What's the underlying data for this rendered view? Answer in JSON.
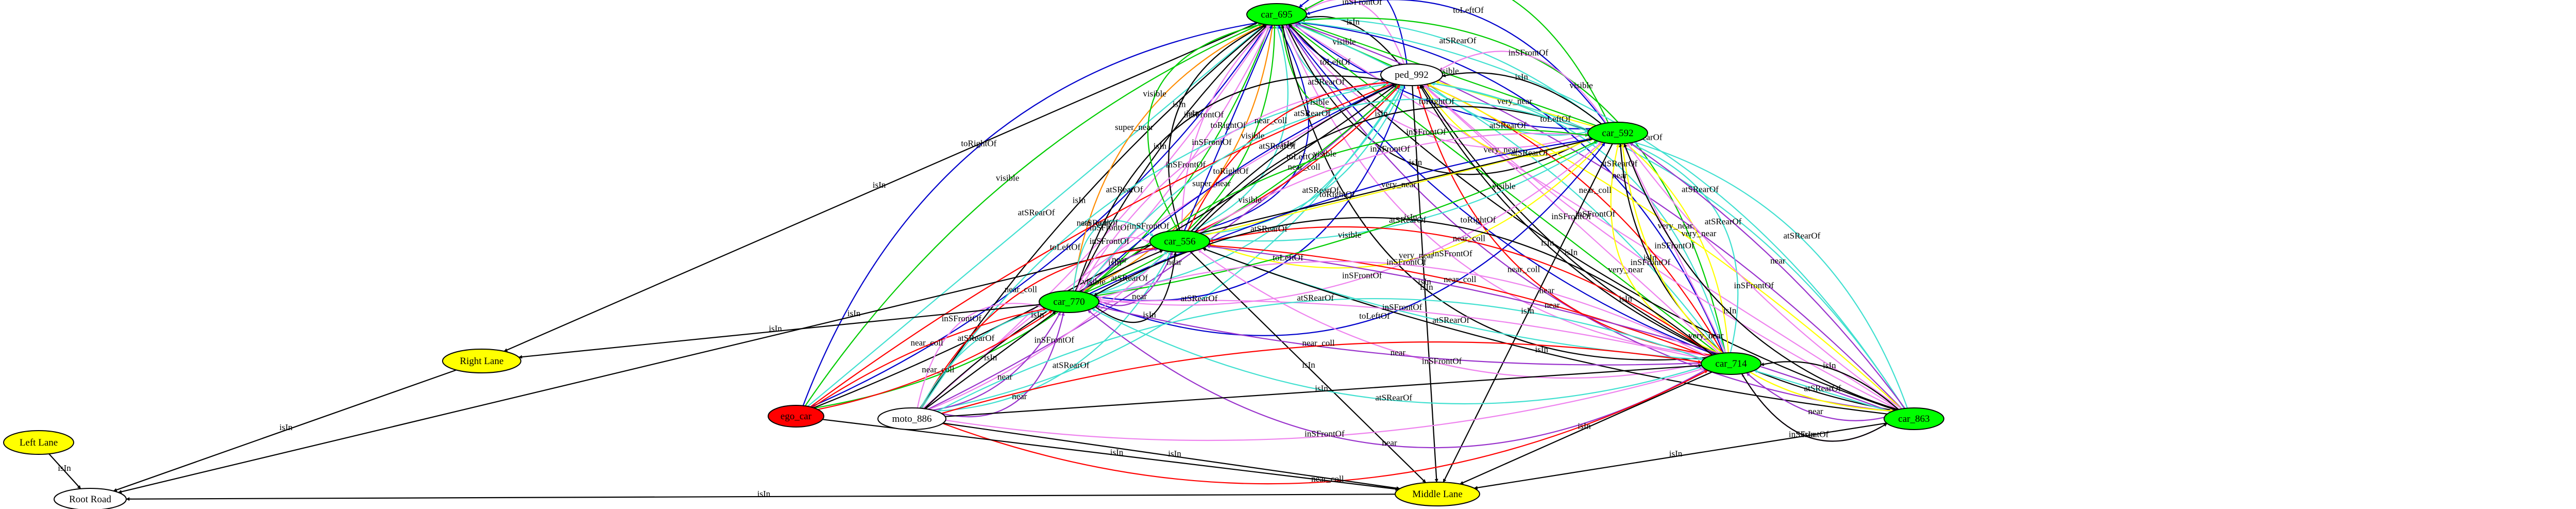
{
  "graph": {
    "nodes": [
      {
        "id": "car_695",
        "label": "car_695",
        "fill": "#00ff00"
      },
      {
        "id": "ped_992",
        "label": "ped_992",
        "fill": "#ffffff"
      },
      {
        "id": "car_592",
        "label": "car_592",
        "fill": "#00ff00"
      },
      {
        "id": "car_556",
        "label": "car_556",
        "fill": "#00ff00"
      },
      {
        "id": "car_770",
        "label": "car_770",
        "fill": "#00ff00"
      },
      {
        "id": "car_714",
        "label": "car_714",
        "fill": "#00ff00"
      },
      {
        "id": "car_863",
        "label": "car_863",
        "fill": "#00ff00"
      },
      {
        "id": "ego_car",
        "label": "ego_car",
        "fill": "#ff0000"
      },
      {
        "id": "moto_886",
        "label": "moto_886",
        "fill": "#ffffff"
      },
      {
        "id": "right_lane",
        "label": "Right Lane",
        "fill": "#ffff00"
      },
      {
        "id": "middle_lane",
        "label": "Middle Lane",
        "fill": "#ffff00"
      },
      {
        "id": "left_lane",
        "label": "Left Lane",
        "fill": "#ffff00"
      },
      {
        "id": "root_road",
        "label": "Root Road",
        "fill": "#ffffff"
      }
    ],
    "edges": [
      {
        "from": "ego_car",
        "to": "car_695",
        "label": "toRightOf",
        "color": "#0000cc"
      },
      {
        "from": "ego_car",
        "to": "car_695",
        "label": "visible",
        "color": "#00cc00"
      },
      {
        "from": "ego_car",
        "to": "car_695",
        "label": "atSRearOf",
        "color": "#40e0d0"
      },
      {
        "from": "ego_car",
        "to": "car_695",
        "label": "toLeftOf",
        "color": "#0000cc"
      },
      {
        "from": "ego_car",
        "to": "car_695",
        "label": "visible",
        "color": "#00cc00"
      },
      {
        "from": "moto_886",
        "to": "car_695",
        "label": "isIn",
        "color": "#000000"
      },
      {
        "from": "moto_886",
        "to": "car_695",
        "label": "inSFrontOf",
        "color": "#ee82ee"
      },
      {
        "from": "car_695",
        "to": "right_lane",
        "label": "isIn",
        "color": "#000000"
      },
      {
        "from": "car_770",
        "to": "car_695",
        "label": "super_near",
        "color": "#ff8c00"
      },
      {
        "from": "car_770",
        "to": "car_695",
        "label": "isIn",
        "color": "#000000"
      },
      {
        "from": "car_770",
        "to": "car_695",
        "label": "inSFrontOf",
        "color": "#ee82ee"
      },
      {
        "from": "car_770",
        "to": "car_695",
        "label": "super_near",
        "color": "#ff8c00"
      },
      {
        "from": "car_556",
        "to": "car_695",
        "label": "visible",
        "color": "#00cc00"
      },
      {
        "from": "car_556",
        "to": "car_695",
        "label": "isIn",
        "color": "#000000"
      },
      {
        "from": "car_556",
        "to": "car_695",
        "label": "inSFrontOf",
        "color": "#ee82ee"
      },
      {
        "from": "car_556",
        "to": "car_695",
        "label": "toRightOf",
        "color": "#0000cc"
      },
      {
        "from": "car_556",
        "to": "car_695",
        "label": "visible",
        "color": "#00cc00"
      },
      {
        "from": "car_556",
        "to": "car_695",
        "label": "atSRearOf",
        "color": "#40e0d0"
      },
      {
        "from": "car_556",
        "to": "car_695",
        "label": "toLeftOf",
        "color": "#0000cc"
      },
      {
        "from": "ped_992",
        "to": "car_695",
        "label": "visible",
        "color": "#00cc00"
      },
      {
        "from": "ped_992",
        "to": "car_695",
        "label": "atSRearOf",
        "color": "#40e0d0"
      },
      {
        "from": "ped_992",
        "to": "car_695",
        "label": "toLeftOf",
        "color": "#0000cc"
      },
      {
        "from": "ped_992",
        "to": "car_695",
        "label": "visible",
        "color": "#00cc00"
      },
      {
        "from": "ped_992",
        "to": "car_695",
        "label": "isIn",
        "color": "#000000"
      },
      {
        "from": "ped_992",
        "to": "car_695",
        "label": "inSFrontOf",
        "color": "#ee82ee"
      },
      {
        "from": "ped_992",
        "to": "car_695",
        "label": "toRightOf",
        "color": "#0000cc"
      },
      {
        "from": "car_592",
        "to": "car_695",
        "label": "isIn",
        "color": "#000000"
      },
      {
        "from": "car_592",
        "to": "car_695",
        "label": "inSFrontOf",
        "color": "#ee82ee"
      },
      {
        "from": "car_592",
        "to": "car_695",
        "label": "toRightOf",
        "color": "#0000cc"
      },
      {
        "from": "car_592",
        "to": "car_695",
        "label": "visible",
        "color": "#00cc00"
      },
      {
        "from": "car_592",
        "to": "car_695",
        "label": "atSRearOf",
        "color": "#40e0d0"
      },
      {
        "from": "car_592",
        "to": "car_695",
        "label": "toLeftOf",
        "color": "#0000cc"
      },
      {
        "from": "car_592",
        "to": "car_695",
        "label": "visible",
        "color": "#00cc00"
      },
      {
        "from": "car_714",
        "to": "car_695",
        "label": "isIn",
        "color": "#000000"
      },
      {
        "from": "car_714",
        "to": "car_695",
        "label": "inSFrontOf",
        "color": "#ee82ee"
      },
      {
        "from": "car_714",
        "to": "car_695",
        "label": "toRightOf",
        "color": "#0000cc"
      },
      {
        "from": "car_714",
        "to": "car_695",
        "label": "visible",
        "color": "#00cc00"
      },
      {
        "from": "car_714",
        "to": "car_695",
        "label": "atSRearOf",
        "color": "#40e0d0"
      },
      {
        "from": "car_714",
        "to": "car_695",
        "label": "toLeftOf",
        "color": "#0000cc"
      },
      {
        "from": "car_714",
        "to": "car_695",
        "label": "visible",
        "color": "#00cc00"
      },
      {
        "from": "car_863",
        "to": "car_695",
        "label": "near",
        "color": "#9932cc"
      },
      {
        "from": "car_863",
        "to": "car_695",
        "label": "isIn",
        "color": "#000000"
      },
      {
        "from": "car_863",
        "to": "car_695",
        "label": "inSFrontOf",
        "color": "#ee82ee"
      },
      {
        "from": "car_863",
        "to": "car_695",
        "label": "near",
        "color": "#9932cc"
      },
      {
        "from": "car_863",
        "to": "car_695",
        "label": "atSRearOf",
        "color": "#40e0d0"
      },
      {
        "from": "car_863",
        "to": "middle_lane",
        "label": "isIn",
        "color": "#000000"
      },
      {
        "from": "ego_car",
        "to": "ped_992",
        "label": "near_coll",
        "color": "#ff0000"
      },
      {
        "from": "ego_car",
        "to": "ped_992",
        "label": "isIn",
        "color": "#000000"
      },
      {
        "from": "moto_886",
        "to": "ped_992",
        "label": "atSRearOf",
        "color": "#40e0d0"
      },
      {
        "from": "moto_886",
        "to": "ped_992",
        "label": "inSFrontOf",
        "color": "#ee82ee"
      },
      {
        "from": "moto_886",
        "to": "ped_992",
        "label": "near",
        "color": "#9932cc"
      },
      {
        "from": "moto_886",
        "to": "ped_992",
        "label": "atSRearOf",
        "color": "#40e0d0"
      },
      {
        "from": "car_770",
        "to": "ped_992",
        "label": "isIn",
        "color": "#000000"
      },
      {
        "from": "car_770",
        "to": "ped_992",
        "label": "inSFrontOf",
        "color": "#ee82ee"
      },
      {
        "from": "car_770",
        "to": "ped_992",
        "label": "toRightOf",
        "color": "#0000cc"
      },
      {
        "from": "car_770",
        "to": "ped_992",
        "label": "visible",
        "color": "#00cc00"
      },
      {
        "from": "car_770",
        "to": "ped_992",
        "label": "atSRearOf",
        "color": "#40e0d0"
      },
      {
        "from": "car_770",
        "to": "ped_992",
        "label": "toLeftOf",
        "color": "#0000cc"
      },
      {
        "from": "car_556",
        "to": "ped_992",
        "label": "near_coll",
        "color": "#ff0000"
      },
      {
        "from": "car_556",
        "to": "ped_992",
        "label": "isIn",
        "color": "#000000"
      },
      {
        "from": "car_556",
        "to": "ped_992",
        "label": "near_coll",
        "color": "#ff0000"
      },
      {
        "from": "car_556",
        "to": "ped_992",
        "label": "atSRearOf",
        "color": "#40e0d0"
      },
      {
        "from": "car_592",
        "to": "ped_992",
        "label": "very_near",
        "color": "#ffff00"
      },
      {
        "from": "car_592",
        "to": "ped_992",
        "label": "atSRearOf",
        "color": "#40e0d0"
      },
      {
        "from": "car_592",
        "to": "ped_992",
        "label": "very_near",
        "color": "#ffff00"
      },
      {
        "from": "car_592",
        "to": "ped_992",
        "label": "isIn",
        "color": "#000000"
      },
      {
        "from": "car_592",
        "to": "ped_992",
        "label": "inSFrontOf",
        "color": "#ee82ee"
      },
      {
        "from": "car_714",
        "to": "ped_992",
        "label": "near_coll",
        "color": "#ff0000"
      },
      {
        "from": "car_714",
        "to": "ped_992",
        "label": "isIn",
        "color": "#000000"
      },
      {
        "from": "car_714",
        "to": "ped_992",
        "label": "inSFrontOf",
        "color": "#ee82ee"
      },
      {
        "from": "car_714",
        "to": "ped_992",
        "label": "near_coll",
        "color": "#ff0000"
      },
      {
        "from": "car_714",
        "to": "ped_992",
        "label": "atSRearOf",
        "color": "#40e0d0"
      },
      {
        "from": "car_863",
        "to": "ped_992",
        "label": "isIn",
        "color": "#000000"
      },
      {
        "from": "car_863",
        "to": "ped_992",
        "label": "inSFrontOf",
        "color": "#ee82ee"
      },
      {
        "from": "car_863",
        "to": "ped_992",
        "label": "very_near",
        "color": "#ffff00"
      },
      {
        "from": "car_863",
        "to": "ped_992",
        "label": "atSRearOf",
        "color": "#40e0d0"
      },
      {
        "from": "ped_992",
        "to": "middle_lane",
        "label": "isIn",
        "color": "#000000"
      },
      {
        "from": "car_556",
        "to": "car_592",
        "label": "isIn",
        "color": "#000000"
      },
      {
        "from": "car_556",
        "to": "car_592",
        "label": "inSFrontOf",
        "color": "#ee82ee"
      },
      {
        "from": "car_556",
        "to": "car_592",
        "label": "very_near",
        "color": "#ffff00"
      },
      {
        "from": "car_556",
        "to": "car_592",
        "label": "atSRearOf",
        "color": "#40e0d0"
      },
      {
        "from": "car_556",
        "to": "car_592",
        "label": "very_near",
        "color": "#ffff00"
      },
      {
        "from": "car_770",
        "to": "car_592",
        "label": "atSRearOf",
        "color": "#40e0d0"
      },
      {
        "from": "car_770",
        "to": "car_592",
        "label": "visible",
        "color": "#00cc00"
      },
      {
        "from": "car_770",
        "to": "car_592",
        "label": "toRightOf",
        "color": "#0000cc"
      },
      {
        "from": "car_770",
        "to": "car_592",
        "label": "visible",
        "color": "#00cc00"
      },
      {
        "from": "car_770",
        "to": "car_592",
        "label": "inSFrontOf",
        "color": "#ee82ee"
      },
      {
        "from": "car_770",
        "to": "car_592",
        "label": "toLeftOf",
        "color": "#0000cc"
      },
      {
        "from": "car_714",
        "to": "car_592",
        "label": "very_near",
        "color": "#ffff00"
      },
      {
        "from": "car_714",
        "to": "car_592",
        "label": "isIn",
        "color": "#000000"
      },
      {
        "from": "car_714",
        "to": "car_592",
        "label": "inSFrontOf",
        "color": "#ee82ee"
      },
      {
        "from": "car_714",
        "to": "car_592",
        "label": "very_near",
        "color": "#ffff00"
      },
      {
        "from": "car_714",
        "to": "car_592",
        "label": "atSRearOf",
        "color": "#40e0d0"
      },
      {
        "from": "car_863",
        "to": "car_592",
        "label": "very_near",
        "color": "#ffff00"
      },
      {
        "from": "car_863",
        "to": "car_592",
        "label": "isIn",
        "color": "#000000"
      },
      {
        "from": "car_863",
        "to": "car_592",
        "label": "inSFrontOf",
        "color": "#ee82ee"
      },
      {
        "from": "car_863",
        "to": "car_592",
        "label": "near",
        "color": "#9932cc"
      },
      {
        "from": "car_863",
        "to": "car_592",
        "label": "atSRearOf",
        "color": "#40e0d0"
      },
      {
        "from": "car_592",
        "to": "middle_lane",
        "label": "isIn",
        "color": "#000000"
      },
      {
        "from": "car_592",
        "to": "root_road",
        "label": "isIn",
        "color": "#000000"
      },
      {
        "from": "moto_886",
        "to": "car_556",
        "label": "near_coll",
        "color": "#ff0000"
      },
      {
        "from": "moto_886",
        "to": "car_556",
        "label": "isIn",
        "color": "#000000"
      },
      {
        "from": "moto_886",
        "to": "car_556",
        "label": "inSFrontOf",
        "color": "#ee82ee"
      },
      {
        "from": "moto_886",
        "to": "car_556",
        "label": "atSRearOf",
        "color": "#40e0d0"
      },
      {
        "from": "car_770",
        "to": "car_556",
        "label": "atSRearOf",
        "color": "#40e0d0"
      },
      {
        "from": "car_770",
        "to": "car_556",
        "label": "inSFrontOf",
        "color": "#ee82ee"
      },
      {
        "from": "car_770",
        "to": "car_556",
        "label": "near",
        "color": "#9932cc"
      },
      {
        "from": "car_770",
        "to": "car_556",
        "label": "atSRearOf",
        "color": "#40e0d0"
      },
      {
        "from": "car_770",
        "to": "car_556",
        "label": "near",
        "color": "#9932cc"
      },
      {
        "from": "car_770",
        "to": "car_556",
        "label": "isIn",
        "color": "#000000"
      },
      {
        "from": "car_714",
        "to": "car_556",
        "label": "inSFrontOf",
        "color": "#ee82ee"
      },
      {
        "from": "car_714",
        "to": "car_556",
        "label": "atSRearOf",
        "color": "#40e0d0"
      },
      {
        "from": "car_714",
        "to": "car_556",
        "label": "near_coll",
        "color": "#ff0000"
      },
      {
        "from": "car_714",
        "to": "car_556",
        "label": "near_coll",
        "color": "#ff0000"
      },
      {
        "from": "car_863",
        "to": "car_556",
        "label": "isIn",
        "color": "#000000"
      },
      {
        "from": "car_863",
        "to": "car_556",
        "label": "near",
        "color": "#9932cc"
      },
      {
        "from": "car_556",
        "to": "middle_lane",
        "label": "isIn",
        "color": "#000000"
      },
      {
        "from": "ego_car",
        "to": "car_770",
        "label": "near_coll",
        "color": "#ff0000"
      },
      {
        "from": "ego_car",
        "to": "car_770",
        "label": "near_coll",
        "color": "#ff0000"
      },
      {
        "from": "moto_886",
        "to": "car_770",
        "label": "inSFrontOf",
        "color": "#ee82ee"
      },
      {
        "from": "moto_886",
        "to": "car_770",
        "label": "atSRearOf",
        "color": "#40e0d0"
      },
      {
        "from": "moto_886",
        "to": "car_770",
        "label": "isIn",
        "color": "#000000"
      },
      {
        "from": "moto_886",
        "to": "car_770",
        "label": "near",
        "color": "#9932cc"
      },
      {
        "from": "moto_886",
        "to": "car_770",
        "label": "near",
        "color": "#9932cc"
      },
      {
        "from": "car_714",
        "to": "car_770",
        "label": "near",
        "color": "#9932cc"
      },
      {
        "from": "car_714",
        "to": "car_770",
        "label": "atSRearOf",
        "color": "#40e0d0"
      },
      {
        "from": "car_714",
        "to": "car_770",
        "label": "near",
        "color": "#9932cc"
      },
      {
        "from": "car_714",
        "to": "car_770",
        "label": "inSFrontOf",
        "color": "#ee82ee"
      },
      {
        "from": "car_714",
        "to": "car_770",
        "label": "inSFrontOf",
        "color": "#ee82ee"
      },
      {
        "from": "car_714",
        "to": "car_770",
        "label": "isIn",
        "color": "#000000"
      },
      {
        "from": "car_770",
        "to": "right_lane",
        "label": "isIn",
        "color": "#000000"
      },
      {
        "from": "moto_886",
        "to": "car_714",
        "label": "atSRearOf",
        "color": "#40e0d0"
      },
      {
        "from": "moto_886",
        "to": "car_714",
        "label": "near_coll",
        "color": "#ff0000"
      },
      {
        "from": "moto_886",
        "to": "car_714",
        "label": "isIn",
        "color": "#000000"
      },
      {
        "from": "moto_886",
        "to": "car_714",
        "label": "inSFrontOf",
        "color": "#ee82ee"
      },
      {
        "from": "moto_886",
        "to": "car_714",
        "label": "near_coll",
        "color": "#ff0000"
      },
      {
        "from": "car_863",
        "to": "car_714",
        "label": "inSFrontOf",
        "color": "#ee82ee"
      },
      {
        "from": "car_863",
        "to": "car_714",
        "label": "near",
        "color": "#9932cc"
      },
      {
        "from": "car_863",
        "to": "car_714",
        "label": "atSRearOf",
        "color": "#40e0d0"
      },
      {
        "from": "car_863",
        "to": "car_714",
        "label": "isIn",
        "color": "#000000"
      },
      {
        "from": "car_714",
        "to": "middle_lane",
        "label": "isIn",
        "color": "#000000"
      },
      {
        "from": "car_714",
        "to": "car_863",
        "label": "isIn",
        "color": "#000000"
      },
      {
        "from": "car_592",
        "to": "car_863",
        "label": "very_near",
        "color": "#ffff00"
      },
      {
        "from": "moto_886",
        "to": "middle_lane",
        "label": "isIn",
        "color": "#000000"
      },
      {
        "from": "ego_car",
        "to": "middle_lane",
        "label": "isIn",
        "color": "#000000"
      },
      {
        "from": "right_lane",
        "to": "root_road",
        "label": "isIn",
        "color": "#000000"
      },
      {
        "from": "middle_lane",
        "to": "root_road",
        "label": "isIn",
        "color": "#000000"
      },
      {
        "from": "left_lane",
        "to": "root_road",
        "label": "isIn",
        "color": "#000000"
      }
    ]
  }
}
